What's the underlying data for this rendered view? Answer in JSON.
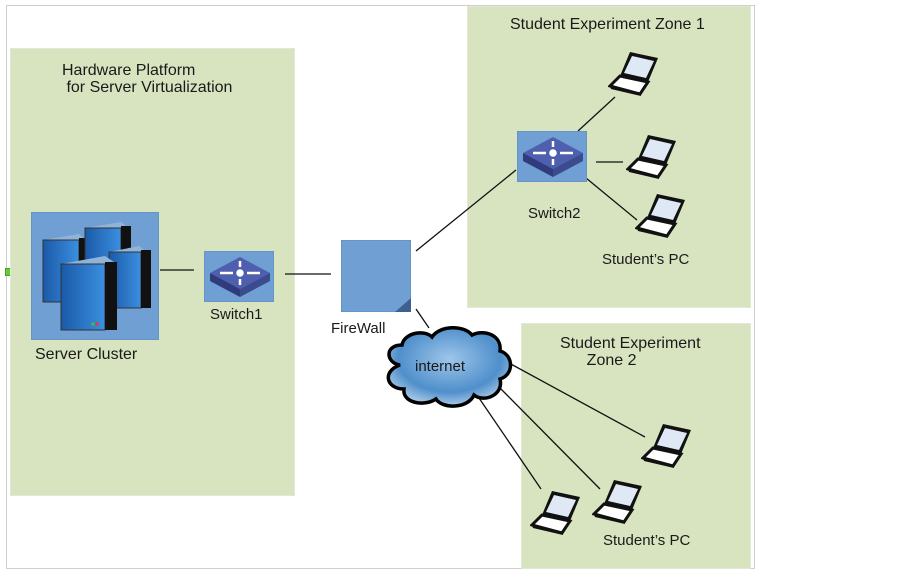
{
  "diagram": {
    "zones": [
      {
        "id": "hardware-platform",
        "title": "Hardware Platform\n for Server Virtualization"
      },
      {
        "id": "zone1",
        "title": "Student Experiment Zone 1"
      },
      {
        "id": "zone2",
        "title": "Student Experiment\n      Zone 2"
      }
    ],
    "nodes": {
      "server_cluster": {
        "label": "Server Cluster",
        "icon": "server-cluster-icon"
      },
      "switch1": {
        "label": "Switch1",
        "icon": "switch-icon"
      },
      "firewall": {
        "label": "FireWall",
        "icon": "firewall-icon"
      },
      "internet": {
        "label": "internet",
        "icon": "cloud-icon"
      },
      "switch2": {
        "label": "Switch2",
        "icon": "switch-icon"
      },
      "zone1_pcs_label": "Student’s PC",
      "zone2_pcs_label": "Student’s PC"
    },
    "edges": [
      [
        "server_cluster",
        "switch1"
      ],
      [
        "switch1",
        "firewall"
      ],
      [
        "firewall",
        "switch2"
      ],
      [
        "firewall",
        "internet"
      ],
      [
        "switch2",
        "zone1_pc1"
      ],
      [
        "switch2",
        "zone1_pc2"
      ],
      [
        "switch2",
        "zone1_pc3"
      ],
      [
        "internet",
        "zone2_pc1"
      ],
      [
        "internet",
        "zone2_pc2"
      ],
      [
        "internet",
        "zone2_pc3"
      ]
    ],
    "colors": {
      "zone_fill": "#d8e3bf",
      "device_fill": "#6f9fd3",
      "switch_body": "#3f4f9a",
      "cloud": "#5b95cc"
    }
  }
}
